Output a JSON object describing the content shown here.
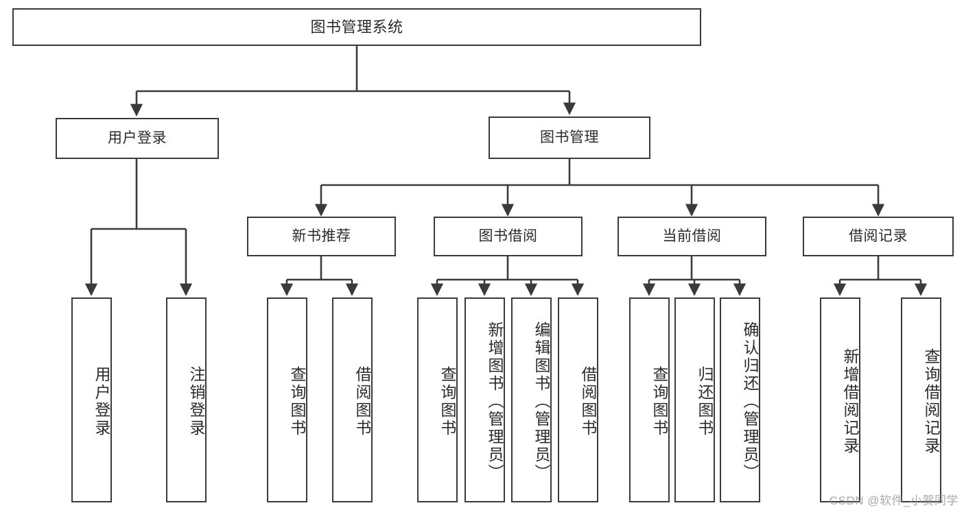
{
  "diagram": {
    "title": "图书管理系统",
    "type": "tree",
    "watermark": "CSDN @软件_小贺同学",
    "colors": {
      "stroke": "#3a3a3a",
      "text": "#2b2b2b",
      "background": "#ffffff",
      "watermark": "#9a9a9a"
    },
    "root": {
      "label": "图书管理系统"
    },
    "level2": [
      {
        "label": "用户登录"
      },
      {
        "label": "图书管理"
      }
    ],
    "level3": [
      {
        "label": "新书推荐"
      },
      {
        "label": "图书借阅"
      },
      {
        "label": "当前借阅"
      },
      {
        "label": "借阅记录"
      }
    ],
    "leaves": {
      "user_login": [
        {
          "label": "用户登录"
        },
        {
          "label": "注销登录"
        }
      ],
      "new_book": [
        {
          "label": "查询图书"
        },
        {
          "label": "借阅图书"
        }
      ],
      "book_borrow": [
        {
          "label": "查询图书"
        },
        {
          "label": "新增图书（管理员）"
        },
        {
          "label": "编辑图书（管理员）"
        },
        {
          "label": "借阅图书"
        }
      ],
      "current_borrow": [
        {
          "label": "查询图书"
        },
        {
          "label": "归还图书"
        },
        {
          "label": "确认归还（管理员）"
        }
      ],
      "borrow_record": [
        {
          "label": "新增借阅记录"
        },
        {
          "label": "查询借阅记录"
        }
      ]
    }
  }
}
